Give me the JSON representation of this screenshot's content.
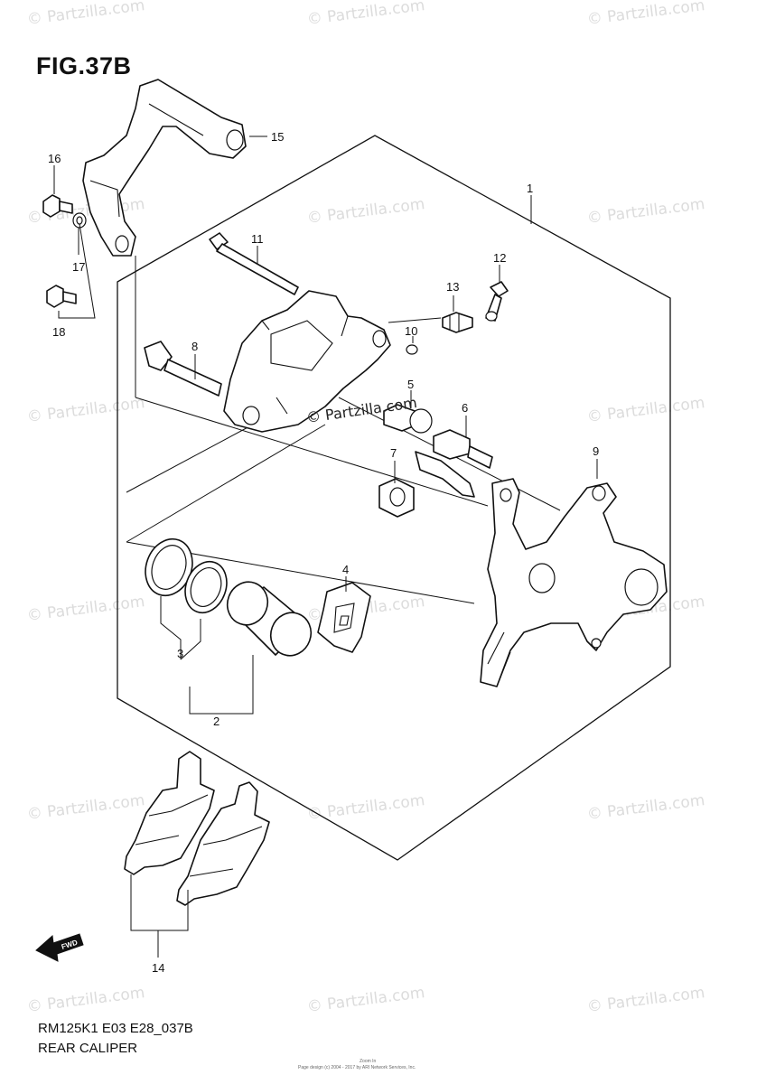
{
  "figure": {
    "title": "FIG.37B"
  },
  "footer": {
    "model_code": "RM125K1 E03 E28_037B",
    "diagram_name": "REAR CALIPER",
    "tiny_line_1": "Zoom In",
    "tiny_line_2": "Page design (c) 2004 - 2017 by ARI Network Services, Inc."
  },
  "watermark": {
    "text": "© Partzilla.com",
    "center_text": "© Partzilla.com"
  },
  "direction_arrow": {
    "label": "FWD",
    "icon": "fwd-arrow-icon"
  },
  "callouts": {
    "c1": "1",
    "c2": "2",
    "c3": "3",
    "c4": "4",
    "c5": "5",
    "c6": "6",
    "c7": "7",
    "c8": "8",
    "c9": "9",
    "c10": "10",
    "c11": "11",
    "c12": "12",
    "c13": "13",
    "c14": "14",
    "c15": "15",
    "c16": "16",
    "c17": "17",
    "c18": "18"
  }
}
